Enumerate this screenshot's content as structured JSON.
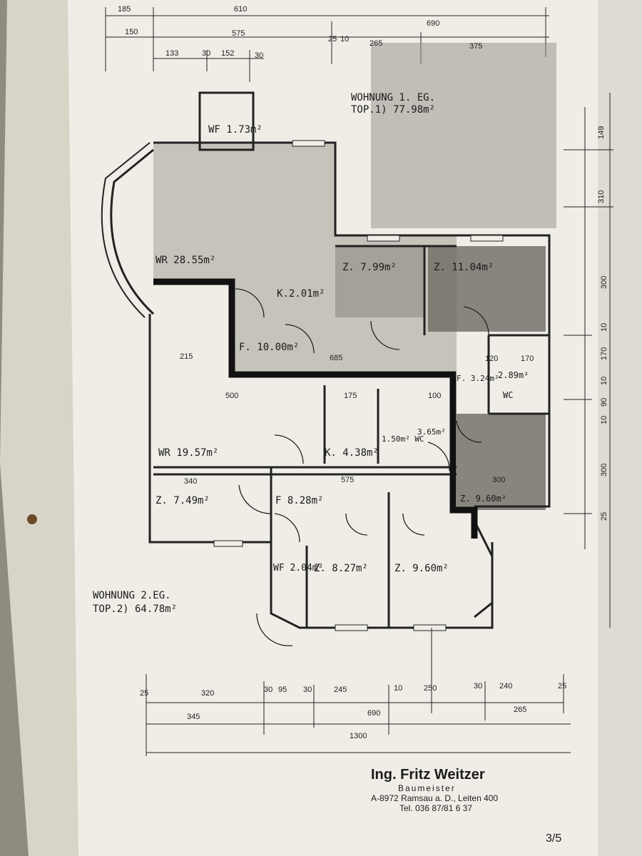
{
  "apartments": {
    "ground": {
      "title": "WOHNUNG 1. EG.",
      "area": "TOP.1) 77.98m²"
    },
    "second": {
      "title": "WOHNUNG 2.EG.",
      "area": "TOP.2) 64.78m²"
    }
  },
  "rooms": {
    "wf_top": "WF 1.73m²",
    "wr_large": "WR 28.55m²",
    "k_small": "K.2.01m²",
    "z_799": "Z. 7.99m²",
    "z_1104": "Z. 11.04m²",
    "f_1000": "F. 10.00m²",
    "f_324": "F. 3.24m²",
    "wc_289": "2.89m²",
    "wc_label": "WC",
    "wr_1957": "WR 19.57m²",
    "k_438": "K. 4.38m²",
    "wc_mid": "1.50m² WC",
    "b_365": "3.65m²",
    "z_749": "Z. 7.49m²",
    "f_828": "F 8.28m²",
    "z_960": "Z. 9.60m²",
    "wf_204": "WF 2.04m²",
    "z_827": "Z. 8.27m²",
    "z_960b": "Z. 9.60m²"
  },
  "dimensions": {
    "top": [
      "185",
      "610",
      "690",
      "150",
      "575",
      "265",
      "375",
      "133",
      "152",
      "30",
      "30",
      "25",
      "10"
    ],
    "bottom": [
      "25",
      "320",
      "345",
      "30",
      "95",
      "30",
      "245",
      "690",
      "10",
      "250",
      "30",
      "240",
      "265",
      "25",
      "1300"
    ],
    "interior": [
      "215",
      "500",
      "685",
      "175",
      "340",
      "575",
      "300",
      "120",
      "170",
      "100"
    ],
    "right": [
      "149",
      "310",
      "300",
      "10",
      "170",
      "10",
      "90",
      "10",
      "300",
      "25"
    ]
  },
  "stamp": {
    "name": "Ing. Fritz Weitzer",
    "title": "Baumeister",
    "address": "A-8972 Ramsau a. D., Leiten 400",
    "phone": "Tel. 036 87/81 6 37"
  },
  "page_number": "3/5"
}
